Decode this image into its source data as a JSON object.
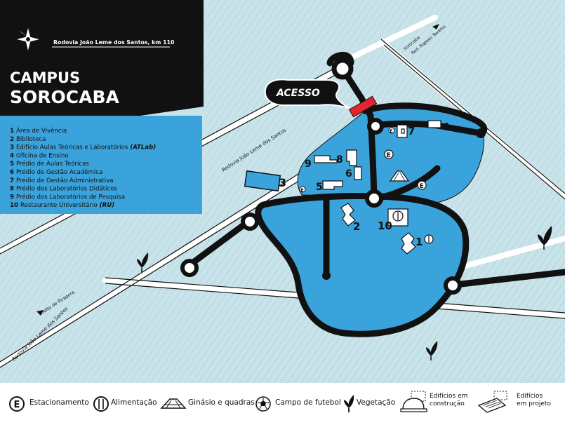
{
  "panel": {
    "road_top": "Rodovia João Leme dos Santos, km 110",
    "title_line1": "CAMPUS",
    "title_line2": "SOROCABA",
    "buildings": [
      {
        "num": "1",
        "name": "Área de Vivência"
      },
      {
        "num": "2",
        "name": "Biblioteca"
      },
      {
        "num": "3",
        "name": "Edifício Aulas Teóricas e Laboratórios",
        "suffix": "(ATLab)"
      },
      {
        "num": "4",
        "name": "Oficina de Ensino"
      },
      {
        "num": "5",
        "name": "Prédio de Aulas Teóricas"
      },
      {
        "num": "6",
        "name": "Prédio de Gestão Acadêmica"
      },
      {
        "num": "7",
        "name": "Prédio de Gestão Administrativa"
      },
      {
        "num": "8",
        "name": "Prédio dos Laboratórios Didáticos"
      },
      {
        "num": "9",
        "name": "Prédio dos Laboratórios de Pesquisa"
      },
      {
        "num": "10",
        "name": "Restaurante Universitário",
        "suffix": "(RU)"
      }
    ]
  },
  "map": {
    "acesso": "ACESSO",
    "roads": {
      "diag_upper": "Rodovia João Leme dos Santos",
      "diag_lower": "Rodovia João Leme dos Santos",
      "salto": "Salto de Pirapora",
      "sorocaba": "Sorocaba",
      "raposo": "Rod. Raposo Tavares"
    },
    "labels": {
      "b1": "1",
      "b2": "2",
      "b3": "3",
      "b4": "4",
      "b5": "5",
      "b6": "6",
      "b7": "7",
      "b8": "8",
      "b9": "9",
      "b10": "10",
      "parking": "E"
    }
  },
  "legend": {
    "estacionamento": "Estacionamento",
    "alimentacao": "Alimentação",
    "ginasio": "Ginásio e quadras",
    "futebol": "Campo de futebol",
    "vegetacao": "Vegetação",
    "construcao_1": "Edifícios em",
    "construcao_2": "construção",
    "projeto_1": "Edifícios",
    "projeto_2": "em projeto"
  },
  "colors": {
    "campus_blue": "#3aa3dc",
    "panel_blue": "#3aa3dc",
    "background": "#c9e3ea",
    "road": "#111111",
    "access": "#e3262d"
  }
}
